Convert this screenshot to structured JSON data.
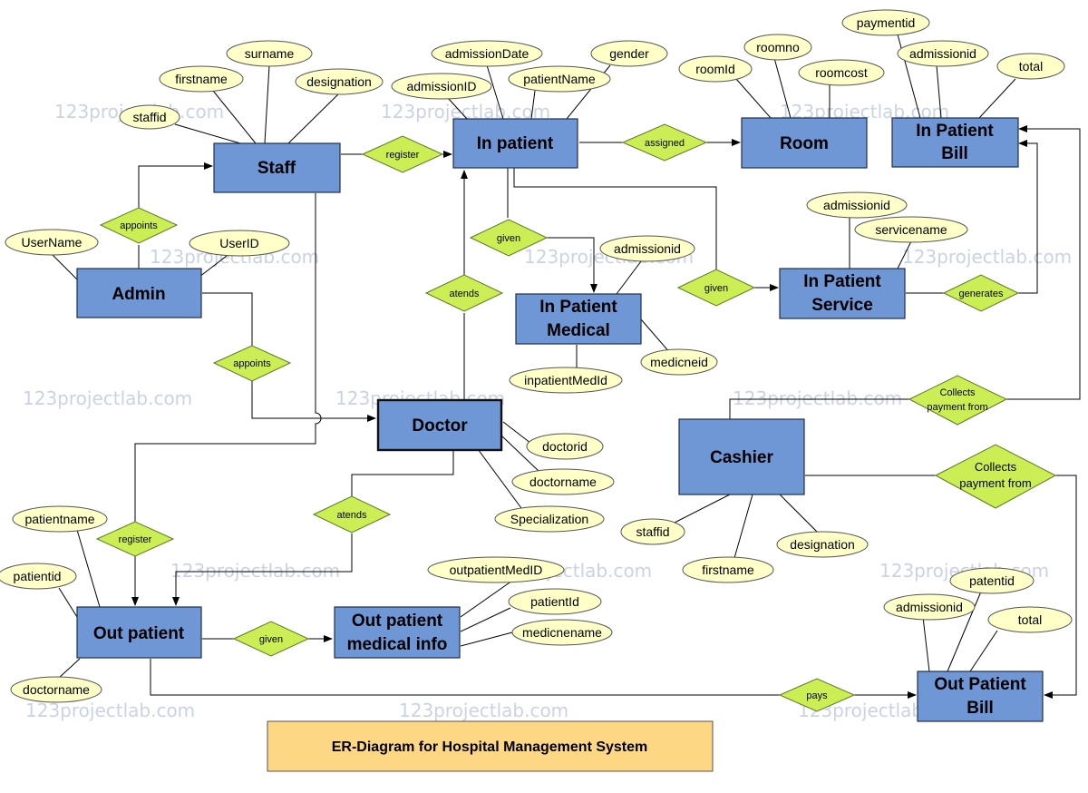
{
  "watermark": "123projectlab.com",
  "title": "ER-Diagram for Hospital Management System",
  "entities": {
    "staff": "Staff",
    "admin": "Admin",
    "inpatient": "In patient",
    "room": "Room",
    "inpatient_bill": [
      "In Patient",
      "Bill"
    ],
    "inpatient_service": [
      "In Patient",
      "Service"
    ],
    "inpatient_medical": [
      "In Patient",
      "Medical"
    ],
    "doctor": "Doctor",
    "cashier": "Cashier",
    "outpatient": "Out patient",
    "outpatient_medical": [
      "Out patient",
      "medical info"
    ],
    "outpatient_bill": [
      "Out Patient",
      "Bill"
    ]
  },
  "relationships": {
    "register_staff": "register",
    "appoints_staff": "appoints",
    "appoints_doctor": "appoints",
    "assigned": "assigned",
    "given_medical": "given",
    "given_service": "given",
    "atends_inpatient": "atends",
    "atends_outpatient": "atends",
    "generates": "generates",
    "collects_inpatient": [
      "Collects",
      "payment from"
    ],
    "collects_outpatient": [
      "Collects",
      "payment from"
    ],
    "register_outpatient": "register",
    "given_outpatient": "given",
    "pays": "pays"
  },
  "attributes": {
    "staff": [
      "staffid",
      "firstname",
      "surname",
      "designation"
    ],
    "admin": [
      "UserName",
      "UserID"
    ],
    "inpatient": [
      "admissionID",
      "admissionDate",
      "patientName",
      "gender"
    ],
    "room": [
      "roomId",
      "roomno",
      "roomcost"
    ],
    "inpatient_bill": [
      "paymentid",
      "admissionid",
      "total"
    ],
    "inpatient_service": [
      "admissionid",
      "servicename"
    ],
    "inpatient_medical": [
      "admissionid",
      "inpatientMedId",
      "medicneid"
    ],
    "doctor": [
      "doctorid",
      "doctorname",
      "Specialization"
    ],
    "cashier": [
      "staffid",
      "firstname",
      "designation"
    ],
    "outpatient": [
      "patientname",
      "patientid",
      "doctorname"
    ],
    "outpatient_medical": [
      "outpatientMedID",
      "patientId",
      "medicnename"
    ],
    "outpatient_bill": [
      "admissionid",
      "patentid",
      "total"
    ]
  }
}
